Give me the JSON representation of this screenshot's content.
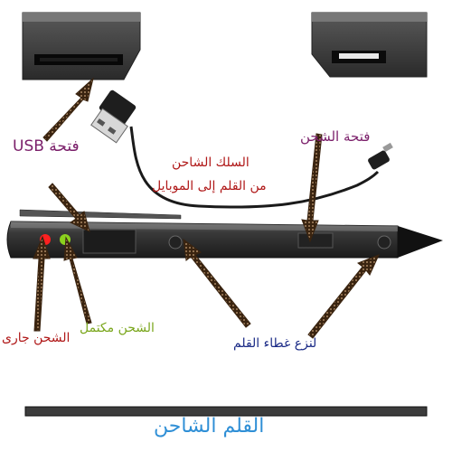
{
  "labels": {
    "usb_port": "فتحة USB",
    "charge_slot": "فتحة الشحن",
    "cable_line1": "السلك الشاحن",
    "cable_line2": "من القلم إلى الموبايل",
    "charging": "الشحن جارى",
    "fully_charged": "الشحن مكتمل",
    "remove_cap": "لنزع غطاء القلم"
  },
  "title": "القلم الشاحن",
  "colors": {
    "label_purple": "#7b1f6a",
    "label_red": "#b01818",
    "label_green": "#7aa61c",
    "label_navy": "#1a2a86",
    "title_blue": "#2f8fd6",
    "led_charging": "#ff2020",
    "led_charged": "#8bd21e",
    "pen_body": "#2b2b2b"
  },
  "icons": [
    "usb-plug-icon",
    "micro-usb-plug-icon",
    "pointer-arrow-icon"
  ]
}
